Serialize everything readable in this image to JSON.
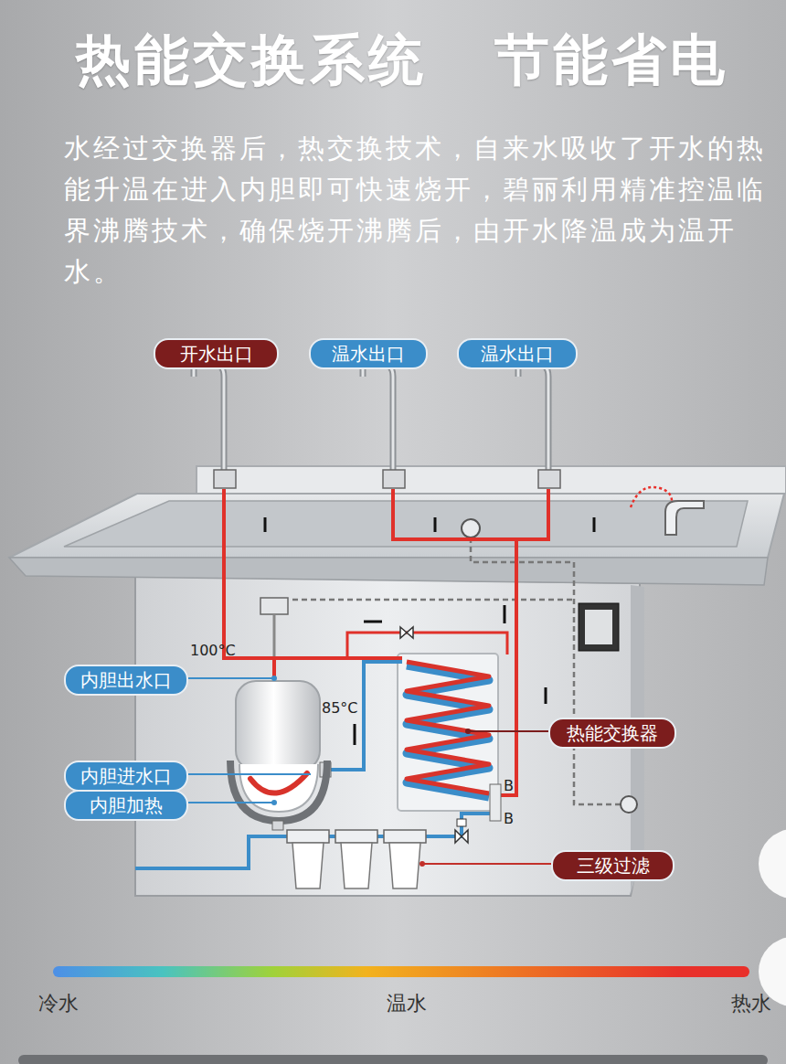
{
  "diagram": {
    "title": "热能交换系统 节能省电",
    "nodes": [
      {
        "text": [
          "开水出口"
        ]
      },
      {
        "text": [
          "温水出口"
        ]
      },
      {
        "text": [
          "温水出口"
        ]
      },
      {
        "text": [
          "内胆出水口"
        ]
      },
      {
        "text": [
          "热能交换器"
        ]
      },
      {
        "text": [
          "内胆进水口"
        ]
      },
      {
        "text": [
          "内胆加热"
        ]
      },
      {
        "text": [
          "三级过滤"
        ]
      }
    ],
    "labels": [
      "水经过交换器后，热交换技术，自来水吸收了开水的热能升温在进入内胆即可快速烧开，碧丽利用精准控温临界沸腾技术，确保烧开沸腾后，由开水降温成为温开水。",
      "100°C",
      "85°C",
      "B",
      "B"
    ],
    "legend": [
      {
        "text": "冷水",
        "color": "#4d8fe6"
      },
      {
        "text": "温水",
        "color": "#f2b21e"
      },
      {
        "text": "热水",
        "color": "#e8302a"
      }
    ]
  }
}
